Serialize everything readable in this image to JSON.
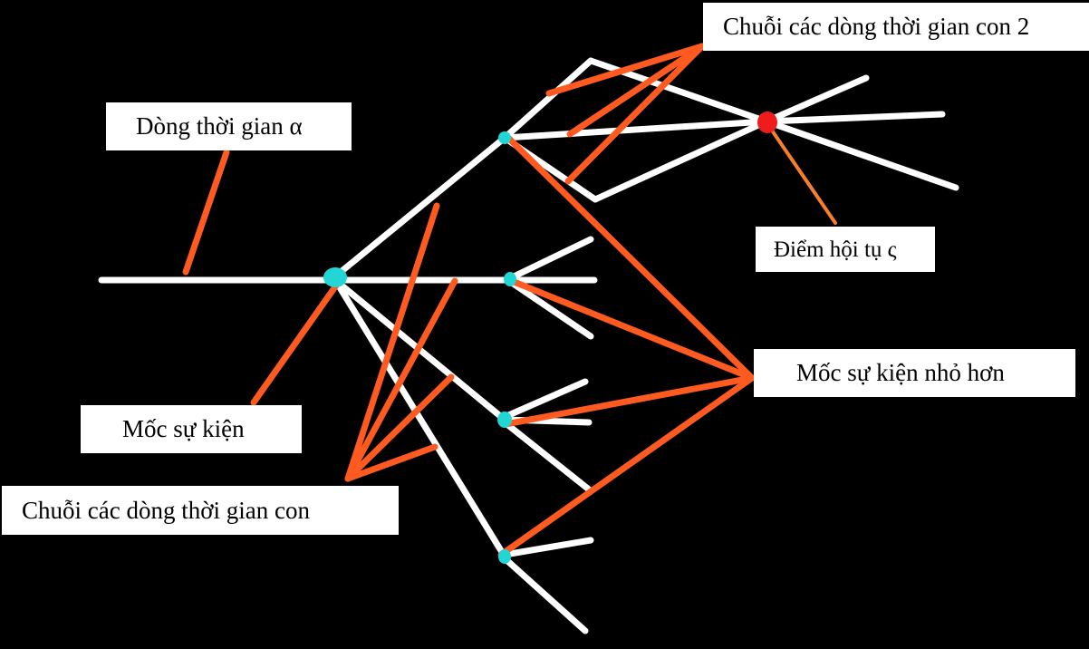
{
  "labels": {
    "timeline_alpha": "Dòng thời gian α",
    "event_milestone": "Mốc sự kiện",
    "sub_timeline_chain": "Chuỗi các dòng thời gian con",
    "sub_timeline_chain_2": "Chuỗi các dòng thời gian con 2",
    "convergence_point": "Điểm hội tụ ς",
    "smaller_milestone": "Mốc sự kiện nhỏ hơn"
  },
  "colors": {
    "background": "#000000",
    "timeline": "#ffffff",
    "pointer": "#ff5a1f",
    "convergence_pointer": "#f57f2a",
    "node": "#22d6d6",
    "convergence_node": "#ee1c1c",
    "label_box": "#ffffff"
  }
}
